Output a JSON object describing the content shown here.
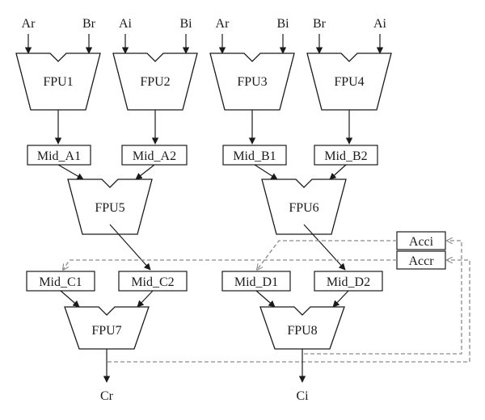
{
  "inputs": {
    "fpu1_a": "Ar",
    "fpu1_b": "Br",
    "fpu2_a": "Ai",
    "fpu2_b": "Bi",
    "fpu3_a": "Ar",
    "fpu3_b": "Bi",
    "fpu4_a": "Br",
    "fpu4_b": "Ai"
  },
  "fpus": {
    "fpu1": "FPU1",
    "fpu2": "FPU2",
    "fpu3": "FPU3",
    "fpu4": "FPU4",
    "fpu5": "FPU5",
    "fpu6": "FPU6",
    "fpu7": "FPU7",
    "fpu8": "FPU8"
  },
  "registers": {
    "mid_a1": "Mid_A1",
    "mid_a2": "Mid_A2",
    "mid_b1": "Mid_B1",
    "mid_b2": "Mid_B2",
    "mid_c1": "Mid_C1",
    "mid_c2": "Mid_C2",
    "mid_d1": "Mid_D1",
    "mid_d2": "Mid_D2",
    "acci": "Acci",
    "accr": "Accr"
  },
  "outputs": {
    "cr": "Cr",
    "ci": "Ci"
  },
  "colors": {
    "line": "#1a1a1a",
    "feedback": "#8c8c8c"
  }
}
